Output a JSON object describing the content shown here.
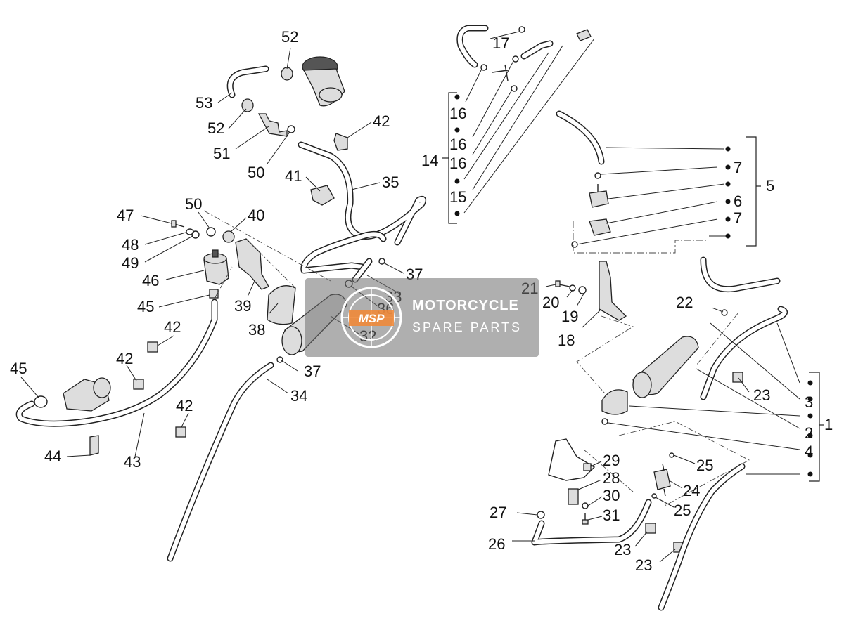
{
  "watermark": {
    "logo_text": "MSP",
    "line1": "MOTORCYCLE",
    "line2": "SPARE PARTS"
  },
  "labels": {
    "l52a": "52",
    "l53": "53",
    "l52b": "52",
    "l51": "51",
    "l50a": "50",
    "l42a": "42",
    "l35": "35",
    "l41": "41",
    "l47": "47",
    "l50b": "50",
    "l40": "40",
    "l48": "48",
    "l49": "49",
    "l46": "46",
    "l39": "39",
    "l45a": "45",
    "l38": "38",
    "l42b": "42",
    "l37a": "37",
    "l33": "33",
    "l36": "36",
    "l32": "32",
    "l42c": "42",
    "l37b": "37",
    "l45b": "45",
    "l34": "34",
    "l42d": "42",
    "l44": "44",
    "l43": "43",
    "l17": "17",
    "l16a": "16",
    "l16b": "16",
    "l16c": "16",
    "l14": "14",
    "l15": "15",
    "l7a": "7",
    "l5": "5",
    "l6": "6",
    "l7b": "7",
    "l21": "21",
    "l20": "20",
    "l19": "19",
    "l18": "18",
    "l22": "22",
    "l23a": "23",
    "l3": "3",
    "l2": "2",
    "l1": "1",
    "l4": "4",
    "l29": "29",
    "l28": "28",
    "l25a": "25",
    "l24": "24",
    "l30": "30",
    "l27": "27",
    "l25b": "25",
    "l31": "31",
    "l26": "26",
    "l23b": "23",
    "l23c": "23"
  }
}
